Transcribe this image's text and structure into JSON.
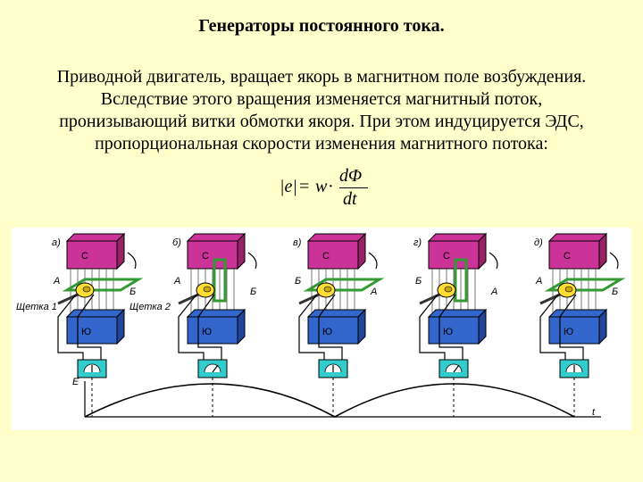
{
  "slide": {
    "title": "Генераторы постоянного тока.",
    "paragraph_lines": [
      "Приводной двигатель, вращает якорь в магнитном поле возбуждения.",
      "Вследствие этого вращения изменяется магнитный поток,",
      "пронизывающий витки обмотки якоря. При этом индуцируется ЭДС,",
      "пропорциональная скорости изменения магнитного потока:"
    ]
  },
  "formula": {
    "lhs": "|e|",
    "eq": "=",
    "w": "w",
    "dot": "·",
    "numerator": "dΦ",
    "denominator": "dt"
  },
  "figure": {
    "panels": [
      {
        "letter": "а)",
        "pole_top": "С",
        "pole_bottom": "Ю",
        "left_label": "А",
        "right_label": "Б"
      },
      {
        "letter": "б)",
        "pole_top": "С",
        "pole_bottom": "Ю",
        "left_label": "А",
        "right_label": "Б"
      },
      {
        "letter": "в)",
        "pole_top": "С",
        "pole_bottom": "Ю",
        "left_label": "Б",
        "right_label": "А"
      },
      {
        "letter": "г)",
        "pole_top": "С",
        "pole_bottom": "Ю",
        "left_label": "Б",
        "right_label": "А"
      },
      {
        "letter": "д)",
        "pole_top": "С",
        "pole_bottom": "Ю",
        "left_label": "А",
        "right_label": "Б"
      }
    ],
    "brush1_label": "Щетка 1",
    "brush2_label": "Щетка 2",
    "axis_e": "E",
    "axis_t": "t",
    "colors": {
      "pole_north": "#CC3399",
      "pole_south": "#3366CC",
      "meter": "#33CCCC",
      "coil": "#339933",
      "armature": "#FFDD33"
    }
  }
}
